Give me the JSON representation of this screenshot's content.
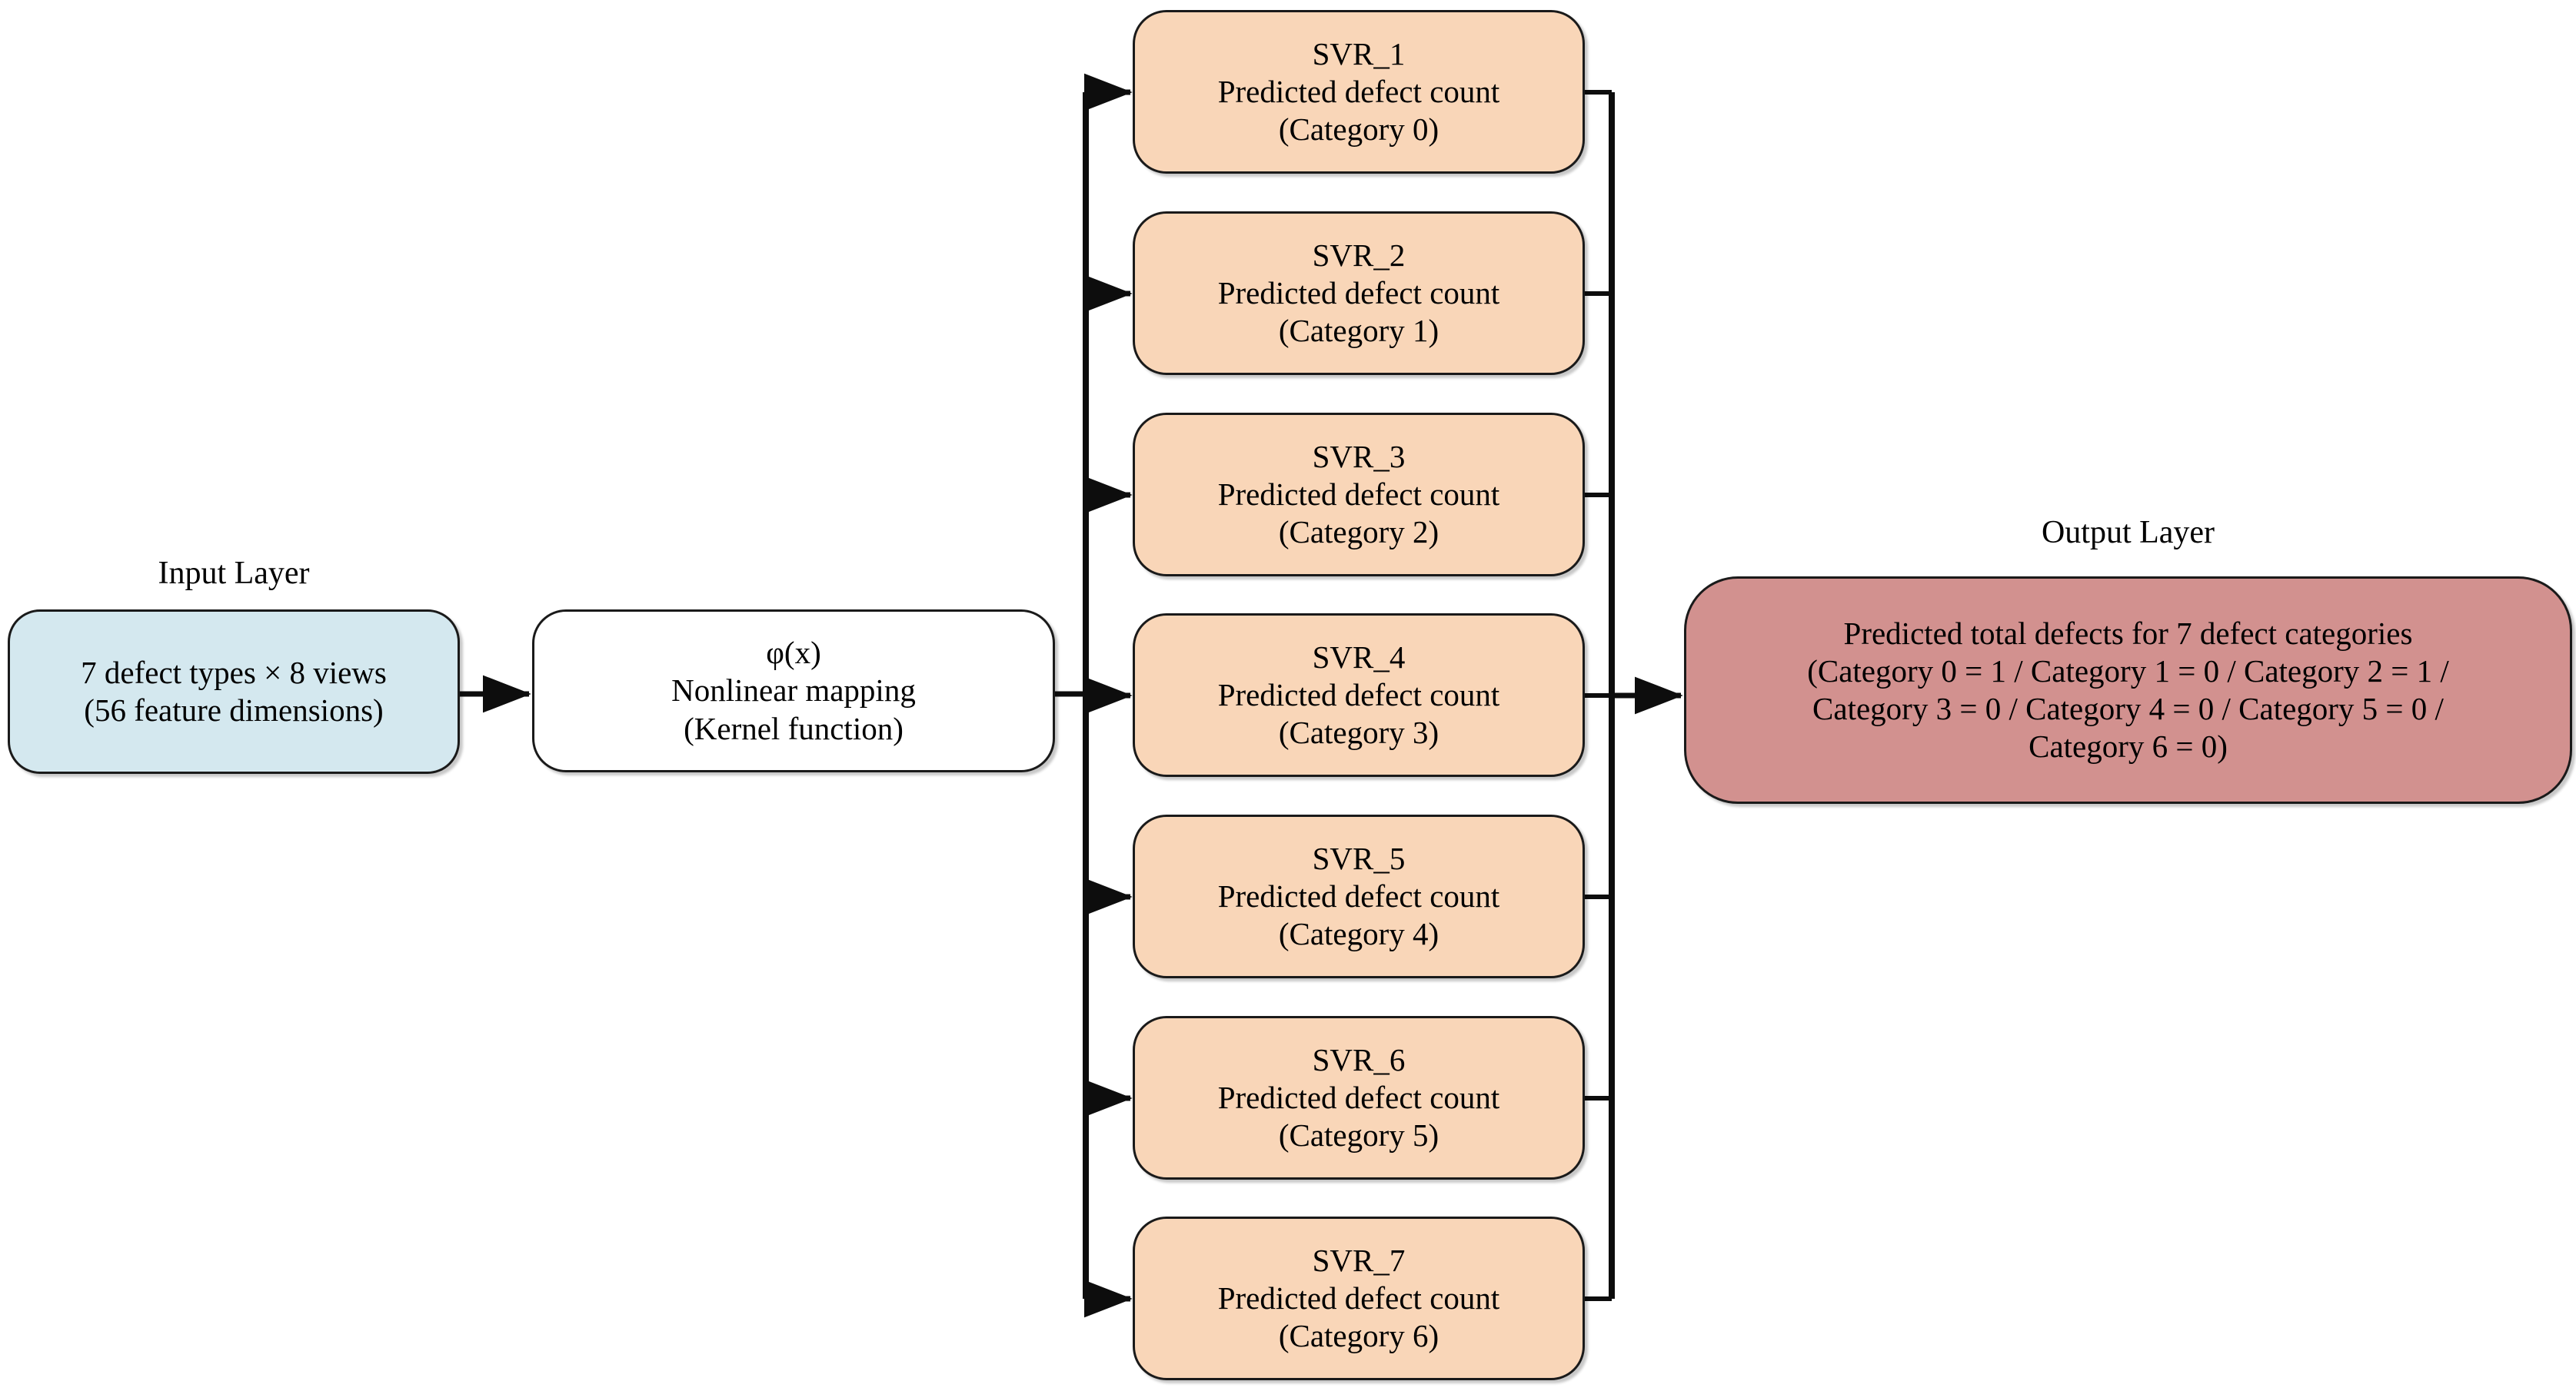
{
  "diagram": {
    "title": "SVR multi-output defect prediction architecture",
    "colors": {
      "input_fill": "#D4E8EF",
      "kernel_fill": "#FFFFFF",
      "svr_fill": "#F9D6B8",
      "output_fill": "#D2918F",
      "stroke": "#1A1A1A",
      "background": "#FFFFFF"
    }
  },
  "input_layer": {
    "label": "Input Layer",
    "line1": "7 defect types × 8 views",
    "line2": "(56 feature dimensions)"
  },
  "kernel_layer": {
    "line1": "φ(x)",
    "line2": "Nonlinear mapping",
    "line3": "(Kernel function)"
  },
  "svr_layer": {
    "nodes": [
      {
        "name": "SVR_1",
        "role": "Predicted defect count",
        "category": "(Category 0)"
      },
      {
        "name": "SVR_2",
        "role": "Predicted defect count",
        "category": "(Category 1)"
      },
      {
        "name": "SVR_3",
        "role": "Predicted defect count",
        "category": "(Category 2)"
      },
      {
        "name": "SVR_4",
        "role": "Predicted defect count",
        "category": "(Category 3)"
      },
      {
        "name": "SVR_5",
        "role": "Predicted defect count",
        "category": "(Category 4)"
      },
      {
        "name": "SVR_6",
        "role": "Predicted defect count",
        "category": "(Category 5)"
      },
      {
        "name": "SVR_7",
        "role": "Predicted defect count",
        "category": "(Category 6)"
      }
    ]
  },
  "output_layer": {
    "label": "Output Layer",
    "line1": "Predicted total defects for 7 defect categories",
    "line2": "(Category 0 = 1 / Category 1 = 0 / Category 2 = 1 /",
    "line3": "Category 3 = 0 / Category 4 = 0 / Category 5 = 0 /",
    "line4": "Category 6 = 0)",
    "predictions": [
      {
        "category": "Category 0",
        "value": 1
      },
      {
        "category": "Category 1",
        "value": 0
      },
      {
        "category": "Category 2",
        "value": 1
      },
      {
        "category": "Category 3",
        "value": 0
      },
      {
        "category": "Category 4",
        "value": 0
      },
      {
        "category": "Category 5",
        "value": 0
      },
      {
        "category": "Category 6",
        "value": 0
      }
    ]
  }
}
